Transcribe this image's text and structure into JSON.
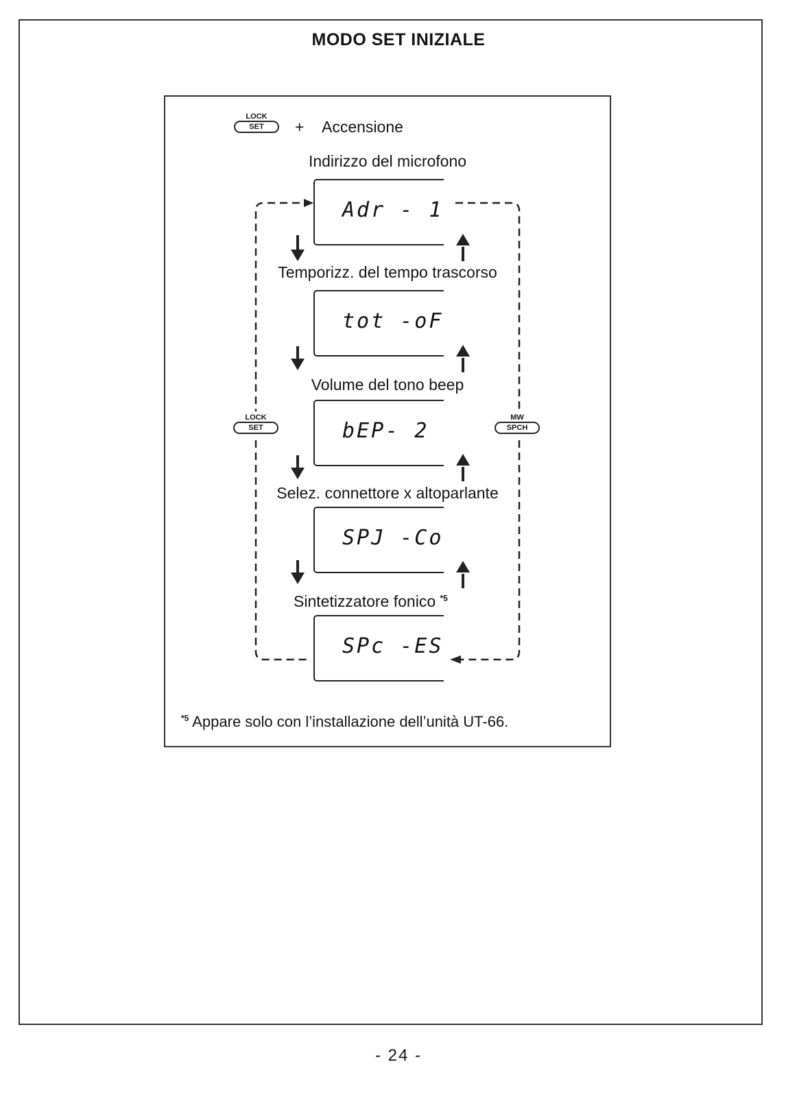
{
  "title": "MODO SET INIZIALE",
  "keys": {
    "start": {
      "top": "LOCK",
      "label": "SET"
    },
    "left": {
      "top": "LOCK",
      "label": "SET"
    },
    "right": {
      "top": "MW",
      "label": "SPCH"
    }
  },
  "power_on": {
    "plus": "+",
    "text": "Accensione"
  },
  "steps": [
    {
      "label": "Indirizzo del microfono",
      "display": "Adr -  1"
    },
    {
      "label": "Temporizz. del tempo trascorso",
      "display": "tot -oF"
    },
    {
      "label": "Volume del tono beep",
      "display": "bEP-  2"
    },
    {
      "label": "Selez. connettore x altoparlante",
      "display": "SPJ -Co"
    },
    {
      "label": "Sintetizzatore fonico",
      "label_mark": "*5",
      "display": "SPc -ES"
    }
  ],
  "footnote": {
    "mark": "*5",
    "text": "Appare solo con l’installazione dell’unità UT-66."
  },
  "page_number": "- 24 -"
}
